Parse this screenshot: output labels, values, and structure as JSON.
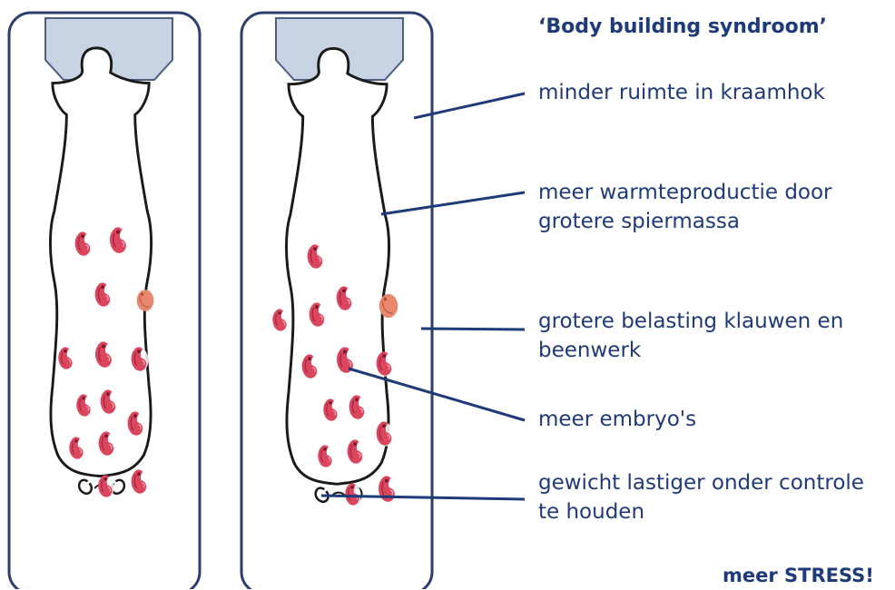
{
  "title": "‘Body building syndroom’",
  "labels": [
    {
      "lines": [
        "minder ruimte in kraamhok"
      ]
    },
    {
      "lines": [
        "meer warmteproductie door",
        "grotere spiermassa"
      ]
    },
    {
      "lines": [
        "grotere belasting klauwen en",
        "beenwerk"
      ]
    },
    {
      "lines": [
        "meer embryo's"
      ]
    },
    {
      "lines": [
        "gewicht lastiger onder controle",
        "te houden"
      ]
    }
  ],
  "conclusion": "meer STRESS!",
  "colors": {
    "text": "#1f3a78",
    "stall_border": "#2a3f6e",
    "feeder_fill": "#c8d3e3",
    "feeder_stroke": "#4b5e80",
    "sow_outline": "#1a1a1a",
    "embryo": "#d9465e",
    "embryo_pale": "#e7876e",
    "leader_line": "#1f3a78"
  },
  "icons": {
    "feeder": "feeder-trough-icon",
    "sow": "sow-topview-icon",
    "embryo": "piglet-embryo-icon"
  }
}
